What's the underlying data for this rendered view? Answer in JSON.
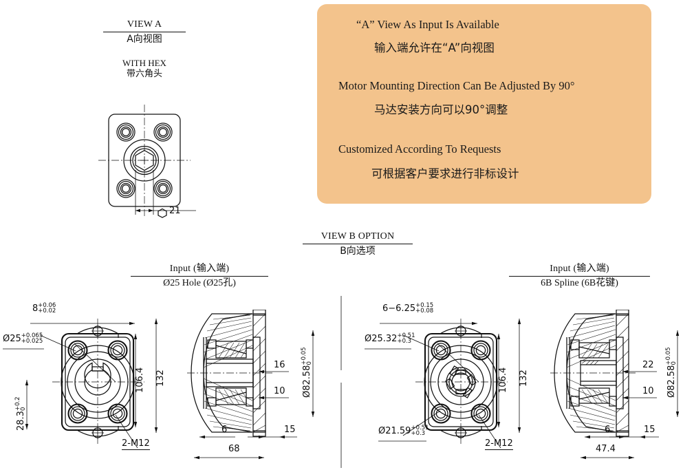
{
  "view_a": {
    "title_en": "VIEW A",
    "title_cn": "A向视图",
    "sub_en": "WITH HEX",
    "sub_cn": "带六角头",
    "hex_dim": "21"
  },
  "callout": {
    "bg_color": "#f3c38c",
    "lines": [
      {
        "en": "“A” View As Input Is Available",
        "cn": "输入端允许在“A”向视图"
      },
      {
        "en": "Motor Mounting Direction Can Be Adjusted By 90°",
        "cn": "马达安装方向可以90°调整"
      },
      {
        "en": "Customized According To Requests",
        "cn": "可根据客户要求进行非标设计"
      }
    ]
  },
  "view_b": {
    "title_en": "VIEW B OPTION",
    "title_cn": "B向选项"
  },
  "left_variant": {
    "header_en": "Input  (输入端)",
    "header_cn": "Ø25 Hole  (Ø25孔)",
    "dims": {
      "bolt_spacing": {
        "base": "8",
        "upper": "+0.06",
        "lower": "+0.02"
      },
      "bore": {
        "prefix": "Ø",
        "base": "25",
        "upper": "+0.065",
        "lower": "+0.025"
      },
      "key_height": {
        "base": "28.3",
        "upper": "+0.2",
        "lower": "0"
      },
      "pcd": "106.4",
      "flange": "132",
      "thread": "2-M12",
      "shaft_len": "16",
      "pilot_depth": "10",
      "pilot_dia": {
        "prefix": "Ø",
        "base": "82.58",
        "upper": "+0.05",
        "lower": "0"
      },
      "flange_thk": "6",
      "spigot": "15",
      "overall": "68"
    }
  },
  "right_variant": {
    "header_en": "Input  (输入端)",
    "header_cn": "6B Spline  (6B花键)",
    "dims": {
      "spline_teeth": {
        "base": "6−6.25",
        "upper": "+0.15",
        "lower": "+0.08"
      },
      "major_dia": {
        "prefix": "Ø",
        "base": "25.32",
        "upper": "+0.51",
        "lower": "+0.3"
      },
      "minor_dia": {
        "prefix": "Ø",
        "base": "21.59",
        "upper": "+0.51",
        "lower": "+0.3"
      },
      "pcd": "106.4",
      "flange": "132",
      "thread": "2-M12",
      "shaft_len": "22",
      "pilot_depth": "10",
      "pilot_dia": {
        "prefix": "Ø",
        "base": "82.58",
        "upper": "+0.05",
        "lower": "0"
      },
      "flange_thk": "6",
      "spigot": "15",
      "overall": "47.4"
    }
  }
}
